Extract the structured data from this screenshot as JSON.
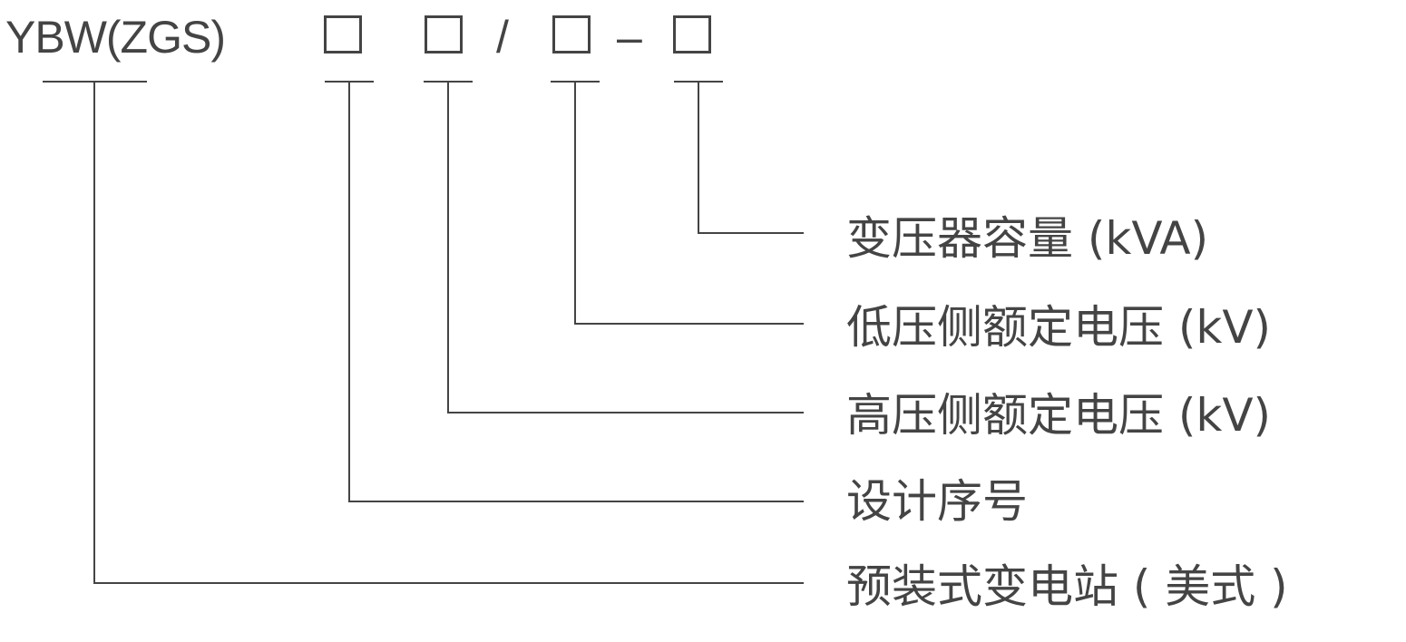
{
  "model": {
    "prefix": "YBW(ZGS)",
    "slash": "/",
    "dash": "–"
  },
  "labels": {
    "capacity": "变压器容量 (kVA)",
    "lv_voltage": "低压侧额定电压 (kV)",
    "hv_voltage": "高压侧额定电压 (kV)",
    "design_no": "设计序号",
    "substation": "预装式变电站 ( 美式 )"
  },
  "colors": {
    "ink": "#444444"
  }
}
